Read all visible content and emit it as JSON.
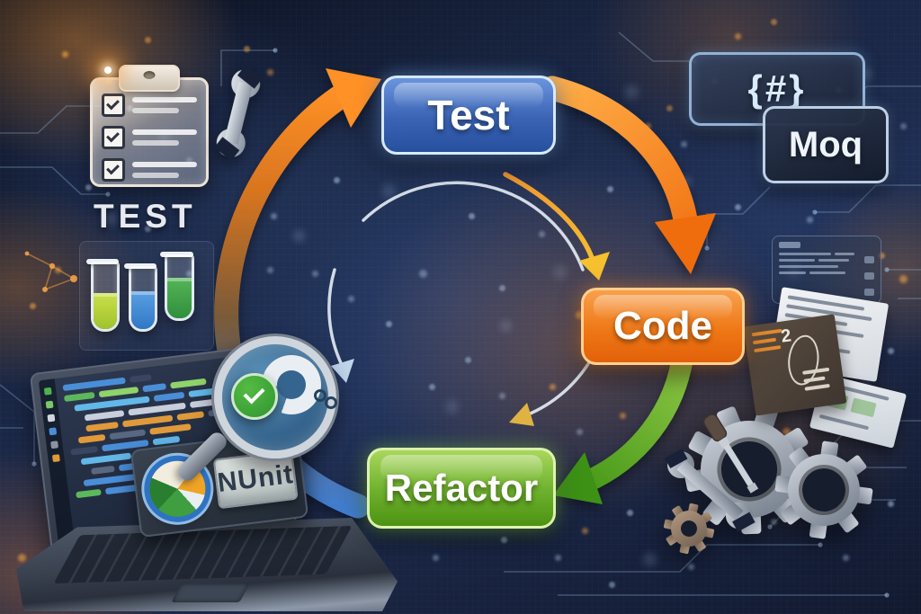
{
  "cycle": {
    "nodes": [
      {
        "label": "Test",
        "color": "#3a63b4"
      },
      {
        "label": "Code",
        "color": "#ee7614"
      },
      {
        "label": "Refactor",
        "color": "#5ea21e"
      }
    ],
    "arrows": [
      {
        "from": "Test",
        "to": "Code",
        "color": "#f58a1f"
      },
      {
        "from": "Code",
        "to": "Refactor",
        "color": "#58a51d"
      },
      {
        "from": "Refactor",
        "to": "Test",
        "color": "#3b7fd8"
      }
    ]
  },
  "captions": {
    "test": "TEST"
  },
  "badges": {
    "csharp": "{#}",
    "moq": "Moq",
    "nunit": "NUnit"
  },
  "documents": {
    "sketch_number": "2"
  },
  "colors": {
    "background_navy": "#14203c",
    "accent_orange": "#f58a1f",
    "accent_green": "#58a51d",
    "accent_blue": "#3b7fd8"
  }
}
